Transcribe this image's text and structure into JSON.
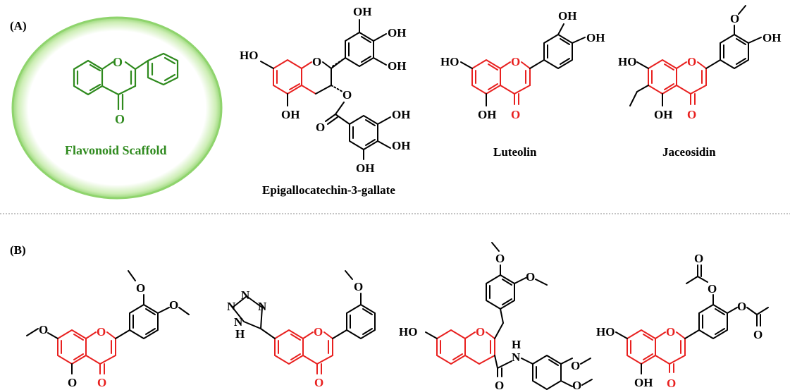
{
  "panels": {
    "a_label": "(A)",
    "b_label": "(B)"
  },
  "scaffold": {
    "title": "Flavonoid Scaffold",
    "ring_oxygen": "O",
    "carbonyl_oxygen": "O"
  },
  "compounds": {
    "egcg": {
      "name": "Epigallocatechin-3-gallate",
      "oh_top": "OH",
      "oh_right_top": "OH",
      "oh_right_mid": "OH",
      "oh_left": "HO",
      "oh_bottom": "OH",
      "ring_o": "O",
      "ester_o": "O",
      "carbonyl_o": "O",
      "gallate_oh1": "OH",
      "gallate_oh2": "OH",
      "gallate_oh3": "OH"
    },
    "luteolin": {
      "name": "Luteolin",
      "oh_top": "OH",
      "oh_right": "OH",
      "oh_left": "HO",
      "oh_bottom": "OH",
      "ring_o": "O",
      "carbonyl_o": "O"
    },
    "jaceosidin": {
      "name": "Jaceosidin",
      "oh_right": "OH",
      "oh_left": "HO",
      "oh_bottom": "OH",
      "ring_o": "O",
      "carbonyl_o": "O",
      "methoxy_o": "O"
    },
    "b1": {
      "ring_o": "O",
      "carbonyl_o": "O",
      "ome_o1": "O",
      "ome_o2": "O",
      "ome_o3": "O",
      "ome_o4": "O"
    },
    "b2": {
      "ring_o": "O",
      "carbonyl_o": "O",
      "ome_o": "O",
      "n1": "N",
      "n2": "N",
      "n3": "N",
      "n4": "N",
      "nh_h": "H"
    },
    "b3": {
      "ring_o": "O",
      "oh_left": "HO",
      "amide_o": "O",
      "amide_n": "N",
      "amide_h": "H",
      "ome_o1": "O",
      "ome_o2": "O",
      "ome_o3": "O",
      "ome_o4": "O"
    },
    "b4": {
      "ring_o": "O",
      "carbonyl_o": "O",
      "oh_left": "HO",
      "oh_bottom": "OH",
      "ac_o1": "O",
      "ac_o2": "O",
      "ac_o3": "O",
      "ac_o4": "O"
    }
  },
  "colors": {
    "scaffold_green": "#2f8a1e",
    "highlight_red": "#e8201f",
    "halo_green": "#b6e89a"
  }
}
